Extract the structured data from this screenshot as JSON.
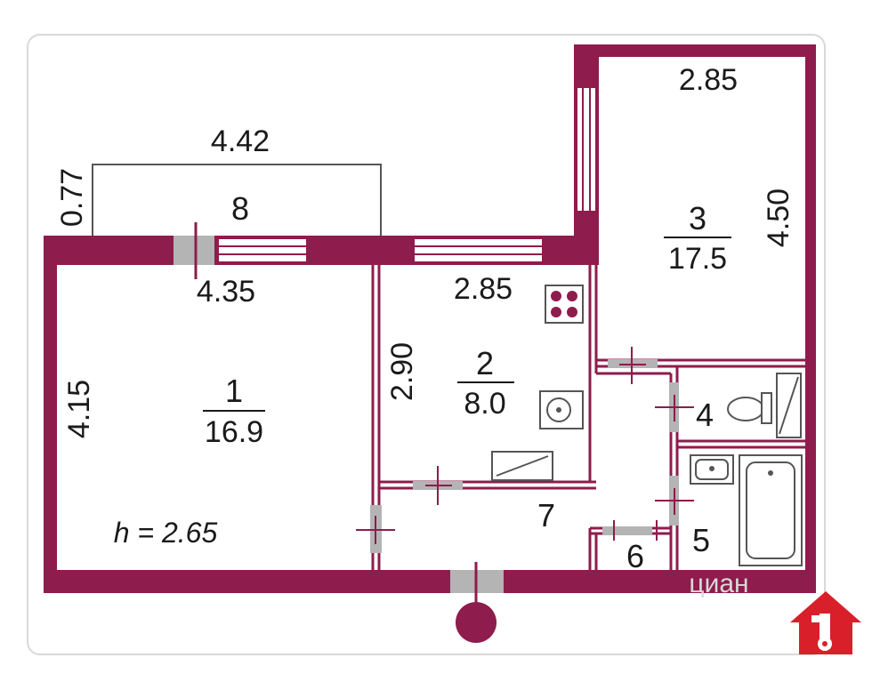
{
  "colors": {
    "wall": "#8e1c4d",
    "window_gray": "#b4b4b4",
    "door_mark": "#8e1c4d",
    "frame": "#d8d8d8",
    "logo_red": "#d9202a"
  },
  "dimensions": {
    "balcony_width": "4.42",
    "balcony_depth": "0.77",
    "room1_width": "4.35",
    "room1_length": "4.15",
    "kitchen_width": "2.85",
    "kitchen_length": "2.90",
    "room3_width": "2.85",
    "room3_length": "4.50"
  },
  "rooms": {
    "r1": {
      "num": "1",
      "area": "16.9"
    },
    "r2": {
      "num": "2",
      "area": "8.0"
    },
    "r3": {
      "num": "3",
      "area": "17.5"
    },
    "r4": {
      "num": "4"
    },
    "r5": {
      "num": "5"
    },
    "r6": {
      "num": "6"
    },
    "r7": {
      "num": "7"
    },
    "r8": {
      "num": "8"
    }
  },
  "ceiling_height": "h = 2.65",
  "watermark": "циан",
  "icons": {
    "stove": "stove-icon",
    "sink": "sink-icon",
    "countertop": "countertop-icon",
    "toilet": "toilet-icon",
    "bathtub": "bathtub-icon",
    "washbasin": "washbasin-icon",
    "logo": "house-key-logo-icon"
  }
}
